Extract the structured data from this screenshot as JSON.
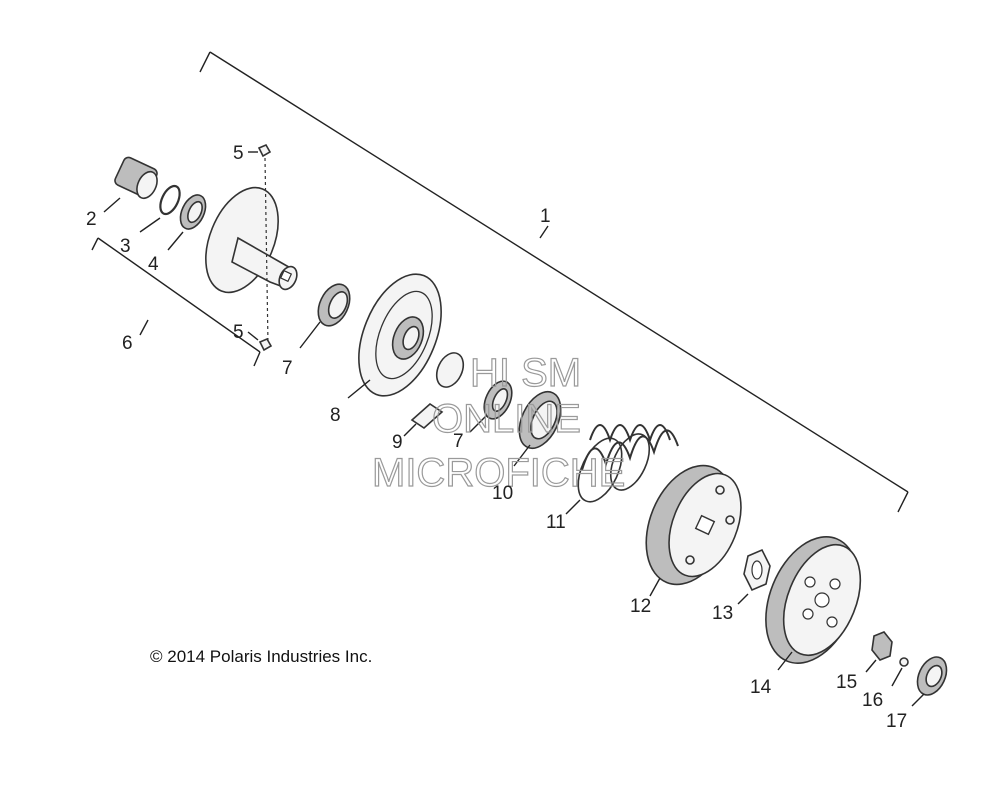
{
  "diagram": {
    "callouts": [
      {
        "id": "1",
        "text": "1"
      },
      {
        "id": "2",
        "text": "2"
      },
      {
        "id": "3",
        "text": "3"
      },
      {
        "id": "4",
        "text": "4"
      },
      {
        "id": "5a",
        "text": "5"
      },
      {
        "id": "5b",
        "text": "5"
      },
      {
        "id": "6",
        "text": "6"
      },
      {
        "id": "7a",
        "text": "7"
      },
      {
        "id": "7b",
        "text": "7"
      },
      {
        "id": "8",
        "text": "8"
      },
      {
        "id": "9",
        "text": "9"
      },
      {
        "id": "10",
        "text": "10"
      },
      {
        "id": "11",
        "text": "11"
      },
      {
        "id": "12",
        "text": "12"
      },
      {
        "id": "13",
        "text": "13"
      },
      {
        "id": "14",
        "text": "14"
      },
      {
        "id": "15",
        "text": "15"
      },
      {
        "id": "16",
        "text": "16"
      },
      {
        "id": "17",
        "text": "17"
      }
    ],
    "watermark": {
      "line1": "HI SM",
      "line2": "ONLINE",
      "line3": "MICROFICHE"
    },
    "copyright": "© 2014 Polaris Industries Inc."
  }
}
